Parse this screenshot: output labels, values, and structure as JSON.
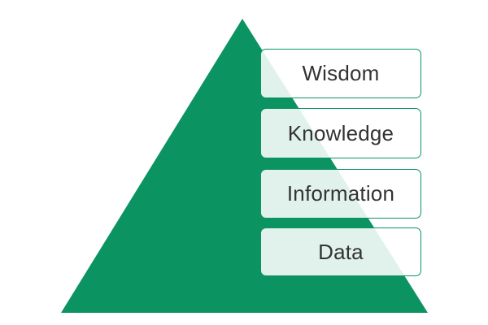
{
  "diagram": {
    "type": "pyramid",
    "fill_color": "#0b9462",
    "label_box_border_color": "#0b9462",
    "label_text_color": "#333333",
    "tiers_top_to_bottom": [
      {
        "label": "Wisdom"
      },
      {
        "label": "Knowledge"
      },
      {
        "label": "Information"
      },
      {
        "label": "Data"
      }
    ]
  }
}
